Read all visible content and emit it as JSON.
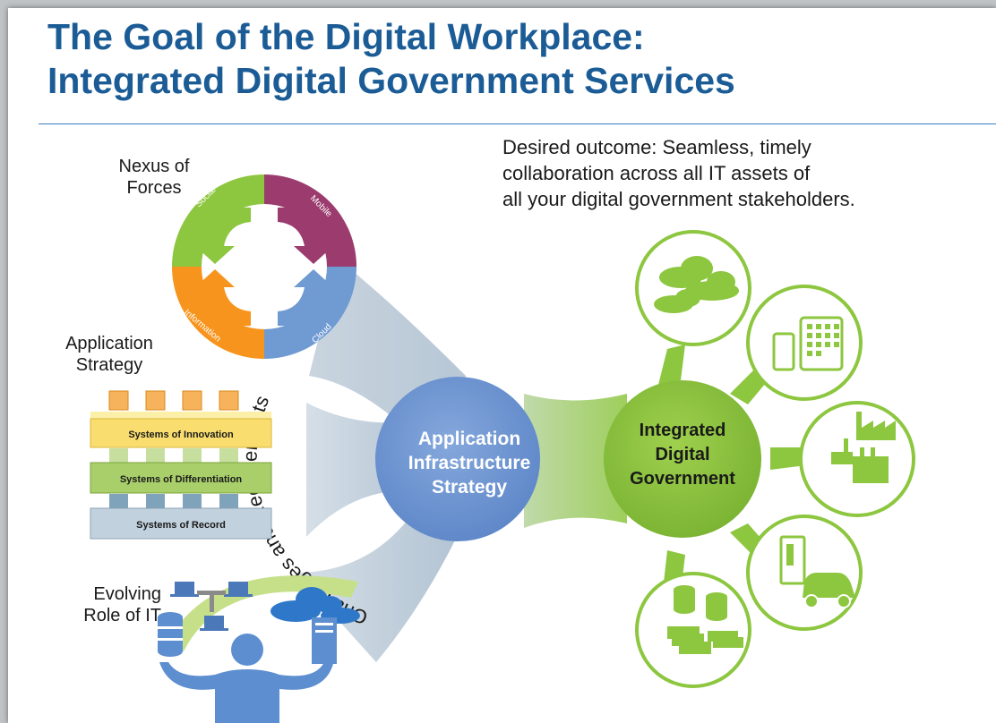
{
  "title": {
    "line1": "The Goal of the Digital Workplace:",
    "line2": "Integrated Digital Government Services"
  },
  "desired_outcome": {
    "line1": "Desired outcome: Seamless, timely",
    "line2": "collaboration across all IT assets of",
    "line3": "all your digital government stakeholders."
  },
  "nexus": {
    "label_line1": "Nexus of",
    "label_line2": "Forces",
    "segments": [
      "Social",
      "Mobile",
      "Information",
      "Cloud"
    ],
    "colors": {
      "social": "#8dc63f",
      "mobile": "#9b3b6e",
      "information": "#f7941d",
      "cloud": "#6f9ad2"
    }
  },
  "app_strategy": {
    "label_line1": "Application",
    "label_line2": "Strategy",
    "layers": [
      "Systems of Innovation",
      "Systems of Differentiation",
      "Systems of Record"
    ]
  },
  "evolving": {
    "label_line1": "Evolving",
    "label_line2": "Role of IT"
  },
  "challenges_text": "Challenges and Requirements",
  "center": {
    "line1": "Application",
    "line2": "Infrastructure",
    "line3": "Strategy",
    "color": "#6f96d1"
  },
  "goal": {
    "line1": "Integrated",
    "line2": "Digital",
    "line3": "Government",
    "color": "#8dc63f"
  },
  "satellites": [
    "cloud-icon",
    "tablet-phone-icon",
    "factory-icon",
    "vending-car-icon",
    "database-server-icon"
  ]
}
